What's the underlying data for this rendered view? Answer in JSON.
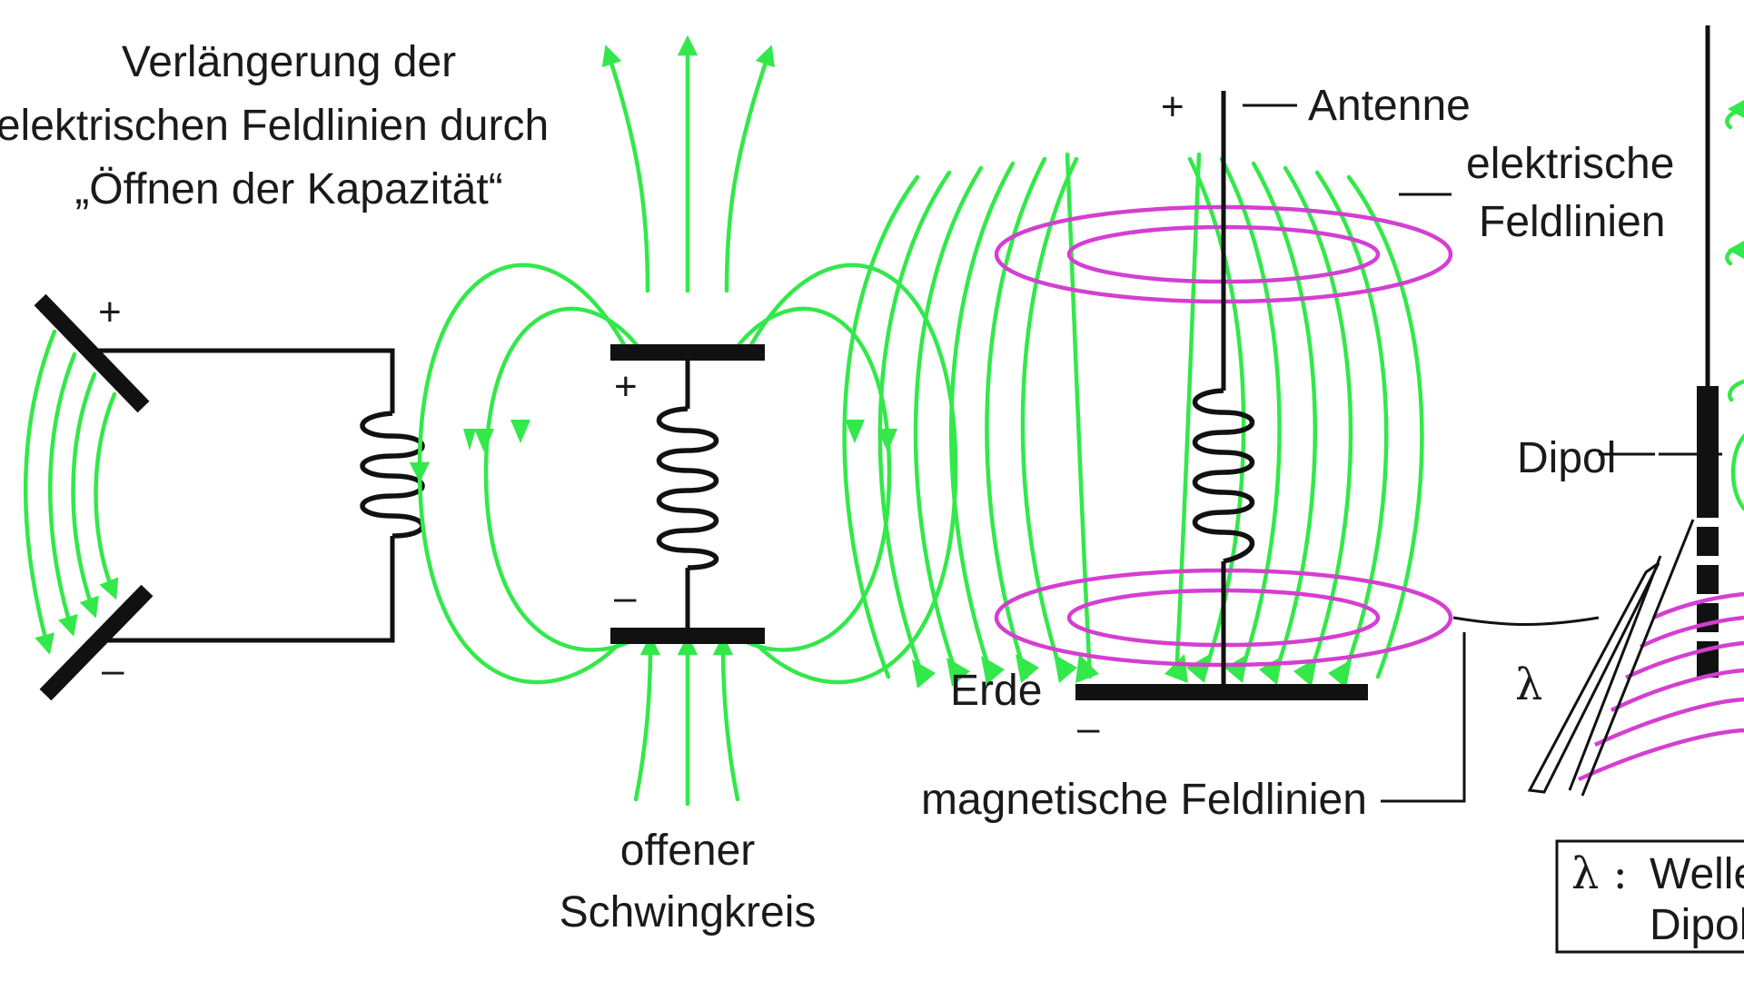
{
  "left_diagram": {
    "title_line1": "Verlängerung der",
    "title_line2": "elektrischen Feldlinien durch",
    "title_line3": "„Öffnen der Kapazität“",
    "plus": "+",
    "minus": "–"
  },
  "open_circuit": {
    "plus": "+",
    "minus": "–",
    "caption_line1": "offener",
    "caption_line2": "Schwingkreis"
  },
  "antenna": {
    "plus": "+",
    "antenna_label": "Antenne",
    "electric_label_line1": "elektrische",
    "electric_label_line2": "Feldlinien",
    "ground_label": "Erde",
    "ground_minus": "–",
    "magnetic_label": "magnetische Feldlinien"
  },
  "dipole": {
    "dipole_label": "Dipol",
    "lambda_symbol": "λ",
    "legend_symbol": "λ :",
    "legend_line1": "Welle",
    "legend_line2": "Dipol"
  },
  "colors": {
    "electric_field": "#33e84a",
    "magnetic_field": "#d43fd1",
    "conductor": "#111111"
  }
}
